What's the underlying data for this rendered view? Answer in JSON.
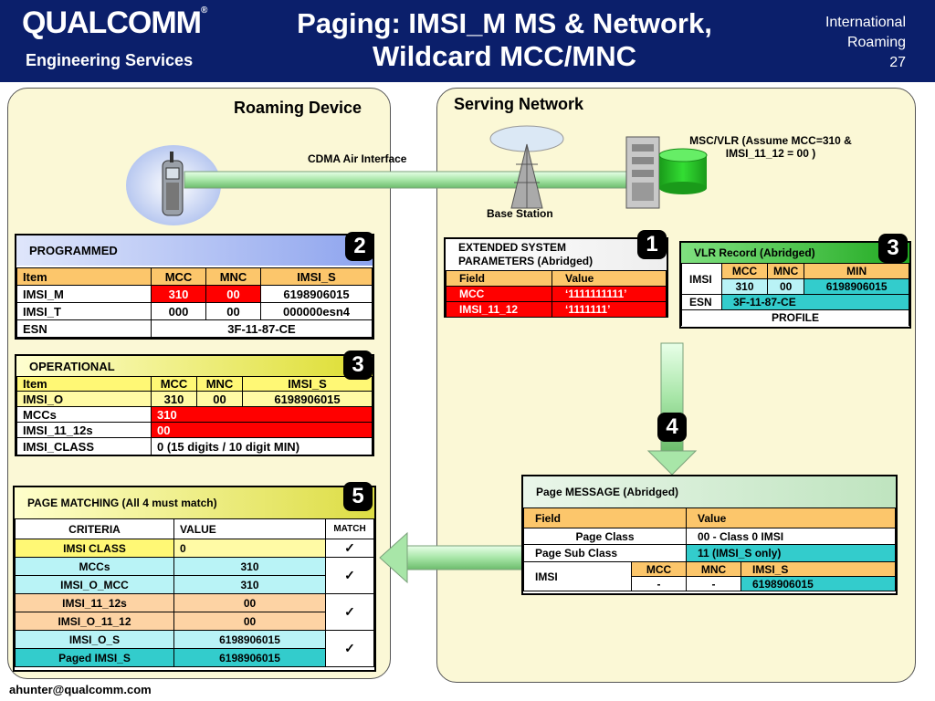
{
  "header": {
    "logo": "QUALCOMM",
    "logo_mark": "®",
    "subtitle": "Engineering Services",
    "title_line1": "Paging: IMSI_M MS & Network,",
    "title_line2": "Wildcard MCC/MNC",
    "corner_line1": "International",
    "corner_line2": "Roaming",
    "page_number": "27"
  },
  "left_panel": {
    "title": "Roaming Device",
    "air_interface": "CDMA Air Interface"
  },
  "right_panel": {
    "title": "Serving Network",
    "msc_line1": "MSC/VLR  (Assume MCC=310 &",
    "msc_line2": "IMSI_11_12 = 00 )",
    "base_station": "Base Station"
  },
  "programmed": {
    "title": "PROGRAMMED",
    "step": "2",
    "headers": [
      "Item",
      "MCC",
      "MNC",
      "IMSI_S"
    ],
    "rows": [
      [
        "IMSI_M",
        "310",
        "00",
        "6198906015"
      ],
      [
        "IMSI_T",
        "000",
        "00",
        "000000esn4"
      ]
    ],
    "esn_label": "ESN",
    "esn_value": "3F-11-87-CE"
  },
  "operational": {
    "title": "OPERATIONAL",
    "step": "3",
    "headers": [
      "Item",
      "MCC",
      "MNC",
      "IMSI_S"
    ],
    "row": [
      "IMSI_O",
      "310",
      "00",
      "6198906015"
    ],
    "mccs_label": "MCCs",
    "mccs_value": "310",
    "imsi1112_label": "IMSI_11_12s",
    "imsi1112_value": "00",
    "class_label": "IMSI_CLASS",
    "class_value": "0 (15 digits / 10 digit MIN)"
  },
  "extended": {
    "title_line1": "EXTENDED SYSTEM",
    "title_line2": "PARAMETERS (Abridged)",
    "step": "1",
    "headers": [
      "Field",
      "Value"
    ],
    "rows": [
      [
        "MCC",
        "‘1111111111’"
      ],
      [
        "IMSI_11_12",
        "‘1111111’"
      ]
    ]
  },
  "vlr": {
    "title": "VLR Record (Abridged)",
    "step": "3",
    "imsi_label": "IMSI",
    "headers": [
      "MCC",
      "MNC",
      "MIN"
    ],
    "values": [
      "310",
      "00",
      "6198906015"
    ],
    "esn_label": "ESN",
    "esn_value": "3F-11-87-CE",
    "profile": "PROFILE"
  },
  "step4": "4",
  "page_message": {
    "title": "Page MESSAGE (Abridged)",
    "headers": [
      "Field",
      "Value"
    ],
    "class_label": "Page Class",
    "class_value": "00 -  Class 0 IMSI",
    "subclass_label": "Page Sub Class",
    "subclass_value": "11 (IMSI_S only)",
    "imsi_label": "IMSI",
    "imsi_headers": [
      "MCC",
      "MNC",
      "IMSI_S"
    ],
    "imsi_values": [
      "-",
      "-",
      "6198906015"
    ]
  },
  "matching": {
    "title": "PAGE MATCHING (All 4 must match)",
    "step": "5",
    "headers": [
      "CRITERIA",
      "VALUE",
      "MATCH"
    ],
    "rows": [
      [
        "IMSI CLASS",
        "0"
      ],
      [
        "MCCs",
        "310"
      ],
      [
        "IMSI_O_MCC",
        "310"
      ],
      [
        "IMSI_11_12s",
        "00"
      ],
      [
        "IMSI_O_11_12",
        "00"
      ],
      [
        "IMSI_O_S",
        "6198906015"
      ],
      [
        "Paged IMSI_S",
        "6198906015"
      ]
    ],
    "check": "✓"
  },
  "footer": "ahunter@qualcomm.com",
  "colors": {
    "header_bg": "#0b1f6b",
    "panel_bg": "#fbf8d6",
    "highlight_red": "#ff0000",
    "highlight_cyan": "#33cccc",
    "header_orange": "#fcc66b"
  }
}
